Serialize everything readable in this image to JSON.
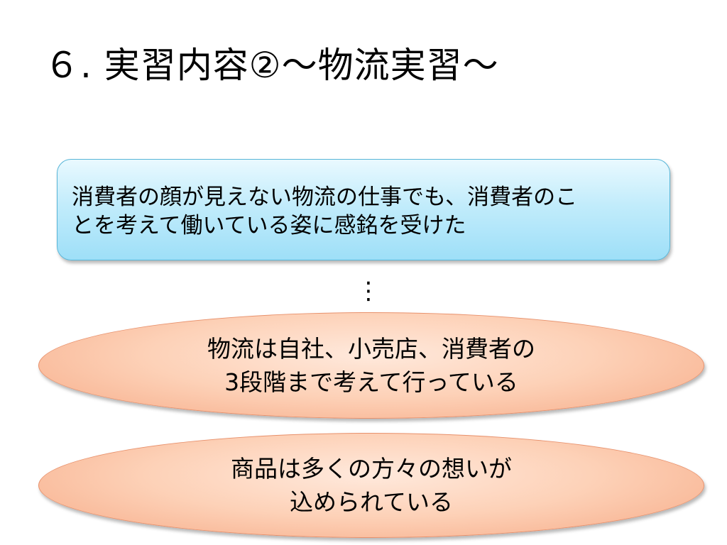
{
  "slide": {
    "title": "６. 実習内容②～物流実習～",
    "box": {
      "lines": [
        "消費者の顔が見えない物流の仕事でも、消費者のこ",
        "とを考えて働いている姿に感銘を受けた"
      ]
    },
    "ellipsis": "⋮",
    "ellipse1": {
      "lines": [
        "物流は自社、小売店、消費者の",
        "3段階まで考えて行っている"
      ]
    },
    "ellipse2": {
      "lines": [
        "商品は多くの方々の想いが",
        "込められている"
      ]
    }
  },
  "colors": {
    "box_fill": "#c2ecfb",
    "box_border": "#59b6d8",
    "ellipse_fill": "#fdd1b7",
    "ellipse_border": "#e8916c",
    "text": "#000000",
    "background": "#ffffff"
  }
}
